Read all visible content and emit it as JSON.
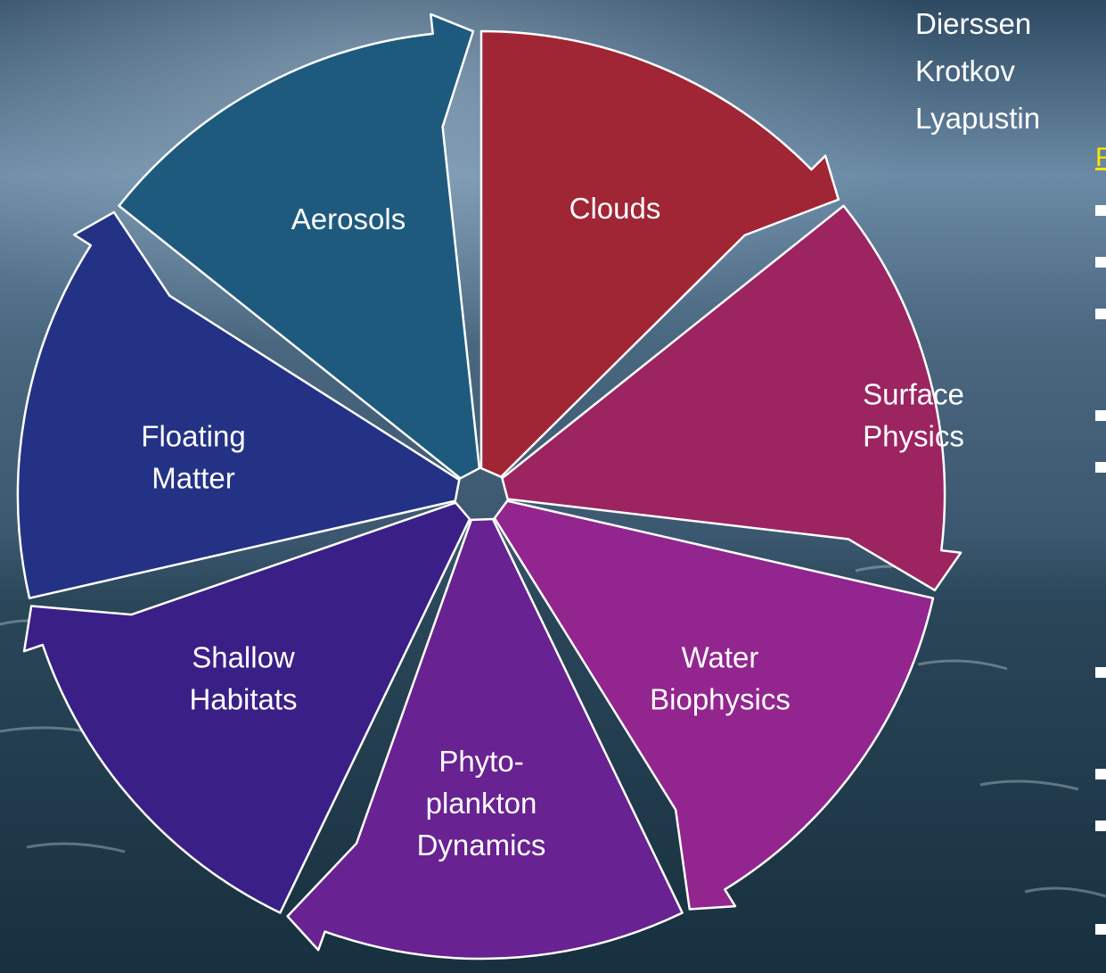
{
  "diagram": {
    "segments": [
      {
        "label_lines": [
          "Clouds"
        ],
        "color": "#a02535"
      },
      {
        "label_lines": [
          "Surface",
          "Physics"
        ],
        "color": "#9b2461"
      },
      {
        "label_lines": [
          "Water",
          "Biophysics"
        ],
        "color": "#93258f"
      },
      {
        "label_lines": [
          "Phyto-",
          "plankton",
          "Dynamics"
        ],
        "color": "#682291"
      },
      {
        "label_lines": [
          "Shallow",
          "Habitats"
        ],
        "color": "#3a1f86"
      },
      {
        "label_lines": [
          "Floating",
          "Matter"
        ],
        "color": "#233284"
      },
      {
        "label_lines": [
          "Aerosols"
        ],
        "color": "#1e5a7e"
      }
    ]
  },
  "side_text": {
    "names": [
      "Dierssen",
      "Krotkov",
      "Lyapustin"
    ],
    "partial_heading": "F",
    "heading_color": "#ffe600"
  },
  "background": {
    "sky_color": "#5a7a95",
    "sea_color": "#1f3f55"
  }
}
